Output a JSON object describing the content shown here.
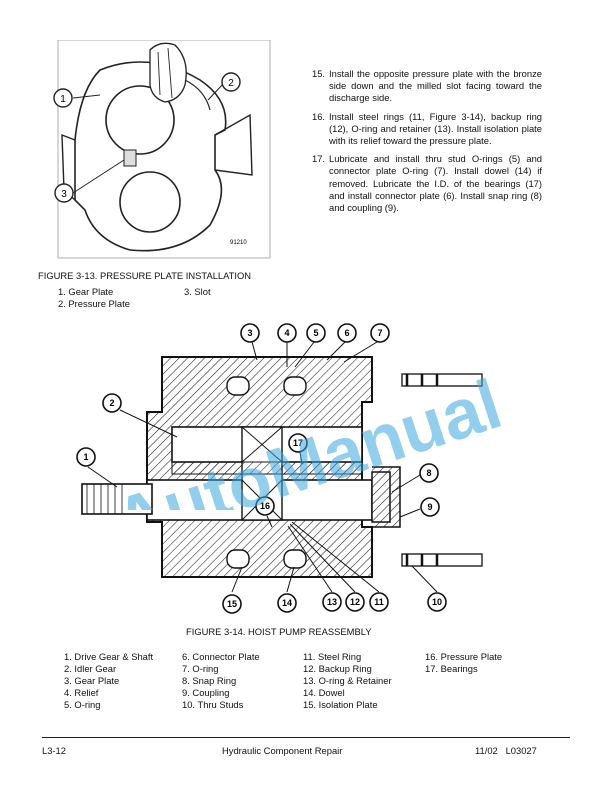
{
  "figure1": {
    "image_number": "91210",
    "callouts": [
      "1",
      "2",
      "3"
    ],
    "caption": "FIGURE 3-13. PRESSURE PLATE INSTALLATION",
    "legend_col1": [
      "1. Gear Plate",
      "2. Pressure Plate"
    ],
    "legend_col2": [
      "3. Slot"
    ]
  },
  "steps": [
    {
      "num": "15.",
      "text": "Install the opposite pressure plate with the bronze side down and the milled slot facing toward the discharge side."
    },
    {
      "num": "16.",
      "text": "Install steel rings (11, Figure 3-14), backup ring (12), O-ring and retainer (13). Install isolation plate with its relief toward the pressure plate."
    },
    {
      "num": "17.",
      "text": "Lubricate and install thru stud O-rings (5) and connector plate O-ring (7). Install dowel (14) if removed. Lubricate the I.D. of the bearings (17) and install connector plate (6). Install snap ring (8) and coupling (9)."
    }
  ],
  "figure2": {
    "callouts": [
      "1",
      "2",
      "3",
      "4",
      "5",
      "6",
      "7",
      "8",
      "9",
      "10",
      "11",
      "12",
      "13",
      "14",
      "15",
      "16",
      "17"
    ],
    "caption": "FIGURE 3-14. HOIST PUMP REASSEMBLY",
    "legend": [
      [
        "1. Drive Gear & Shaft",
        "2. Idler Gear",
        "3. Gear Plate",
        "4. Relief",
        "5. O-ring"
      ],
      [
        "6. Connector Plate",
        "7. O-ring",
        "8. Snap Ring",
        "9. Coupling",
        "10. Thru Studs"
      ],
      [
        "11. Steel Ring",
        "12. Backup Ring",
        "13. O-ring & Retainer",
        "14. Dowel",
        "15. Isolation Plate"
      ],
      [
        "16. Pressure Plate",
        "17. Bearings"
      ]
    ]
  },
  "watermark": "AutoManual",
  "footer": {
    "left": "L3-12",
    "center": "Hydraulic Component Repair",
    "right": "11/02   L03027"
  }
}
